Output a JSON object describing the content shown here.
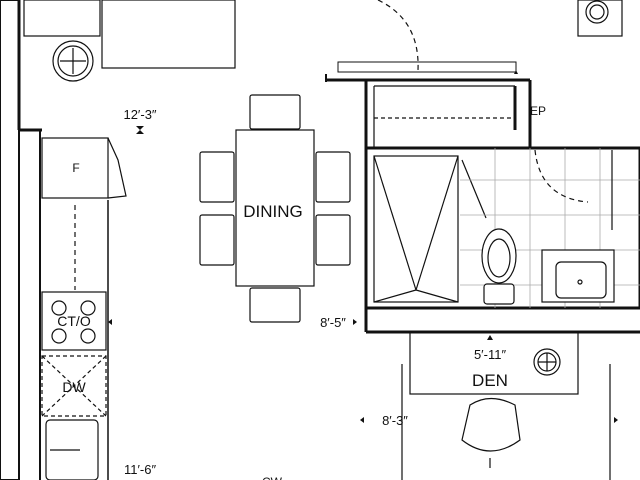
{
  "rooms": {
    "dining": "DINING",
    "den": "DEN"
  },
  "dimensions": {
    "dining_width": "12′-3″",
    "dining_length": "8′-5″",
    "den_width": "5′-11″",
    "den_length": "8′-3″",
    "kitchen_length": "11′-6″"
  },
  "appliances": {
    "fridge": "F",
    "cooktop_oven": "CT/O",
    "dishwasher": "DW",
    "electrical_panel": "EP",
    "closet_partial": "CW"
  }
}
